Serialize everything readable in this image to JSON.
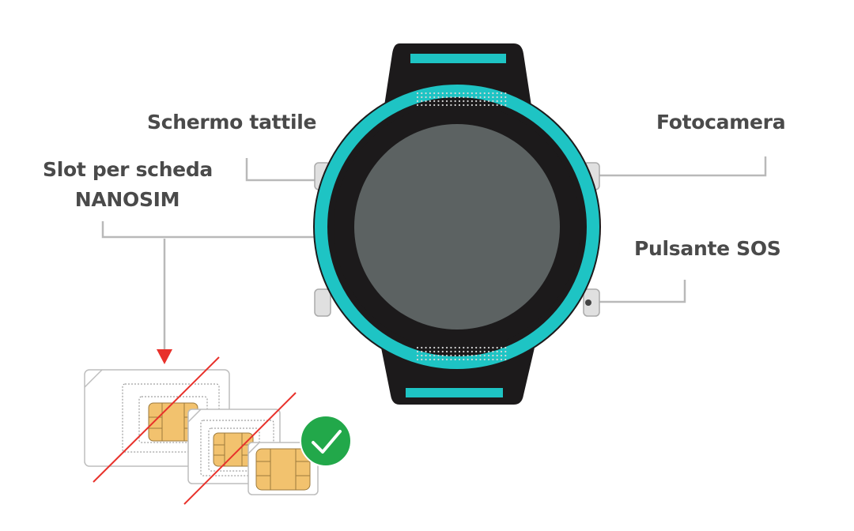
{
  "labels": {
    "touch_screen": "Schermo tattile",
    "camera": "Fotocamera",
    "sim_slot_line1": "Slot per scheda",
    "sim_slot_line2": "NANOSIM",
    "sos_button": "Pulsante SOS"
  },
  "colors": {
    "accent": "#1ec4c4",
    "body": "#1c1a1b",
    "screen": "#5c6262",
    "callout_line": "#b9b9b9",
    "label_text": "#4a4a4a",
    "sim_chip": "#f2c26e",
    "reject_line": "#e8312b",
    "ok_badge": "#22a84a"
  },
  "icons": {
    "ok": "check-icon",
    "reject": "strike-line",
    "arrow": "arrow-down-icon"
  }
}
